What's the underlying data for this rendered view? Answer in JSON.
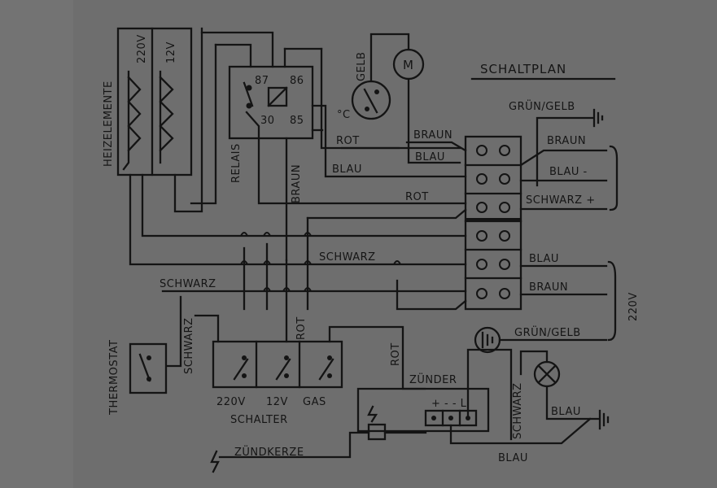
{
  "title": "SCHALTPLAN",
  "heating": {
    "label": "HEIZELEMENTE",
    "v220": "220V",
    "v12": "12V"
  },
  "relay": {
    "label": "RELAIS",
    "t87": "87",
    "t86": "86",
    "t30": "30",
    "t85": "85"
  },
  "fan": {
    "gelb": "GELB",
    "motor": "M",
    "celsius": "°C"
  },
  "terminals": {
    "gruen_gelb_top": "GRÜN/GELB",
    "braun_r": "BRAUN",
    "blau_minus": "BLAU -",
    "schwarz_plus": "SCHWARZ +",
    "blau_r": "BLAU",
    "braun_r2": "BRAUN",
    "v220": "220V",
    "gruen_gelb_earth": "GRÜN/GELB"
  },
  "wires": {
    "rot1": "ROT",
    "blau1": "BLAU",
    "braun_relay": "BRAUN",
    "braun_top": "BRAUN",
    "blau_top": "BLAU",
    "rot2": "ROT",
    "schwarz_mid": "SCHWARZ",
    "schwarz_left": "SCHWARZ",
    "schwarz_vert": "SCHWARZ",
    "rot_vert": "ROT",
    "rot_zuender": "ROT",
    "schwarz_lamp": "SCHWARZ",
    "blau_lamp": "BLAU",
    "blau_bottom": "BLAU"
  },
  "thermostat": "THERMOSTAT",
  "switches": {
    "v220": "220V",
    "v12": "12V",
    "gas": "GAS",
    "label": "SCHALTER"
  },
  "igniter": {
    "label": "ZÜNDER",
    "pins": "+ - - L"
  },
  "spark_plug": "ZÜNDKERZE",
  "colors": {
    "paper": "#6e6e6e",
    "ink": "#141414"
  }
}
